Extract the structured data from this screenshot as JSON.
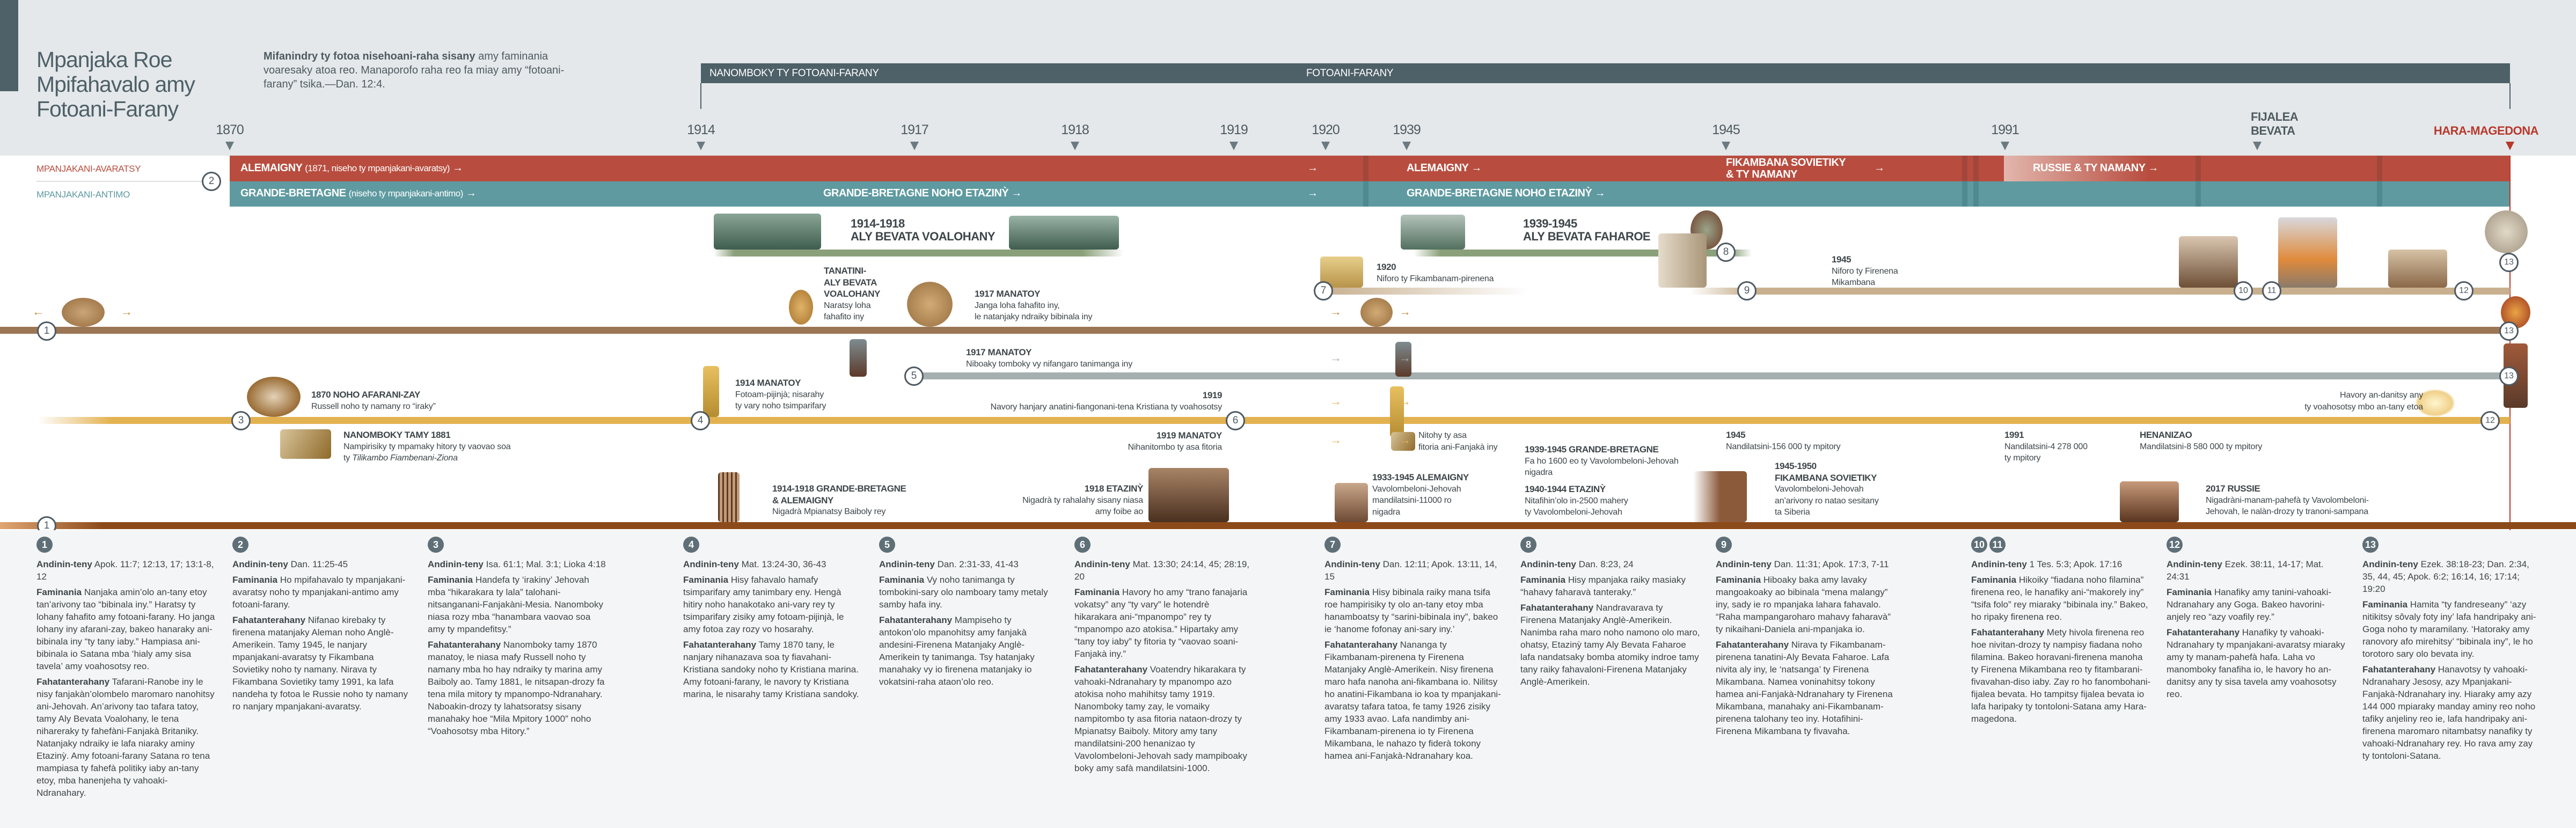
{
  "header": {
    "title": "Mpanjaka Roe Mpifahavalo amy Fotoani-Farany",
    "subtitle_bold": "Mifanindry ty fotoa nisehoani-raha sisany",
    "subtitle_text": " amy faminania voaresaky atoa reo. Manaporofo raha reo fa miay amy “fotoani-farany” tsika.—Dan. 12:4."
  },
  "band": {
    "start": "NANOMBOKY TY FOTOANI-FARANY",
    "main": "FOTOANI-FARANY"
  },
  "years": [
    "1870",
    "1914",
    "1917",
    "1918",
    "1919",
    "1920",
    "1939",
    "1945",
    "1991"
  ],
  "future": {
    "tribulation": "FIJALEA\nBEVATA",
    "armageddon": "HARA-MAGEDONA"
  },
  "kings": {
    "north_label": "MPANJAKANI-AVARATSY",
    "south_label": "MPANJAKANI-ANTIMO",
    "north_1": "ALEMAIGNY",
    "north_1_note": "(1871, niseho ty mpanjakani-avaratsy)",
    "south_1": "GRANDE-BRETAGNE",
    "south_1_note": "(niseho ty mpanjakani-antimo)",
    "south_2": "GRANDE-BRETAGNE NOHO ETAZINỲ",
    "north_2": "ALEMAIGNY",
    "south_3": "GRANDE-BRETAGNE NOHO ETAZINỲ",
    "north_3": "FIKAMBANA SOVIETIKY\n& TY NAMANY",
    "north_4": "RUSSIE & TY NAMANY"
  },
  "events": {
    "ww1": "1914-1918\nALY BEVATA VOALOHANY",
    "ww2": "1939-1945\nALY BEVATA FAHAROE",
    "ww1_head_title": "TANATINI-\nALY BEVATA\nVOALOHANY",
    "ww1_head_text": "Naratsy loha\nfahafito iny",
    "beast_1917_title": "1917 MANATOY",
    "beast_1917_text": "Janga loha fahafito iny,\nle natanjaky ndraiky bibinala iny",
    "league_title": "1920",
    "league_text": "Niforo ty Fikambanam-pirenena",
    "un_title": "1945",
    "un_text": "Niforo ty Firenena\nMikambana",
    "feet_title": "1917 MANATOY",
    "feet_text": "Niboaky tomboky vy nifangaro tanimanga iny",
    "russell_title": "1870 NOHO AFARANI-ZAY",
    "russell_text": "Russell noho ty namany ro “iraky”",
    "zion_title": "NANOMBOKY TAMY 1881",
    "zion_text": "Nampirisiky ty mpamaky hitory ty vaovao soa\nty ",
    "zion_italic": "Tilikambo Fiambenani-Ziona",
    "harvest_title": "1914 MANATOY",
    "harvest_text": "Fotoam-pijinjà; nisarahy\nty vary noho tsimparifary",
    "gather_title": "1919",
    "gather_text": "Navory hanjary anatini-fiangonani-tena Kristiana ty voahosotsy",
    "preach_1919_title": "1919 MANATOY",
    "preach_1919_text": "Nihanitombo ty asa fitoria",
    "continue_text": "Nitohy ty asa\nfitoria ani-Fanjakà iny",
    "pub_1945_title": "1945",
    "pub_1945_text": "Nandilatsini-156 000 ty mpitory",
    "pub_1991_title": "1991",
    "pub_1991_text": "Nandilatsini-4 278 000\nty mpitory",
    "pub_now_title": "HENANIZAO",
    "pub_now_text": "Mandilatsini-8 580 000 ty mpitory",
    "heaven_text": "Havory an-danitsy any\nty voahosotsy mbo an-tany etoa",
    "gb_de_title": "1914-1918 GRANDE-BRETAGNE\n& ALEMAIGNY",
    "gb_de_text": "Nigadrà Mpianatsy Baiboly rey",
    "us_1918_title": "1918 ETAZINỲ",
    "us_1918_text": "Nigadrà ty rahalahy sisany niasa\namy foibe ao",
    "de_title": "1933-1945 ALEMAIGNY",
    "de_text": "Vavolombeloni-Jehovah\nmandilatsini-11000 ro\nnigadra",
    "gb_ww2_title": "1939-1945 GRANDE-BRETAGNE",
    "gb_ww2_text": "Fa ho 1600 eo ty Vavolombeloni-Jehovah\nnigadra",
    "us_ww2_title": "1940-1944 ETAZINỲ",
    "us_ww2_text": "Nitafihin’olo in-2500 mahery\nty Vavolombeloni-Jehovah",
    "ussr_title": "1945-1950\nFIKAMBANA SOVIETIKY",
    "ussr_text": "Vavolombeloni-Jehovah\nan’arivony ro natao sesitany\nta Siberia",
    "russia_title": "2017 RUSSIE",
    "russia_text": "Nigadràni-manam-pahefà ty Vavolombeloni-\nJehovah, le nalàn-drozy ty tranoni-sampana"
  },
  "labels": {
    "refs": "Andinin-teny",
    "prophecy": "Faminania",
    "fulfillment": "Fahatanterahany"
  },
  "columns": [
    {
      "num": "1",
      "refs": "Apok. 11:7; 12:13, 17; 13:1-8, 12",
      "prophecy": "Nanjaka amin’olo an-tany etoy tan’arivony tao “bibinala iny.” Haratsy ty lohany fahafito amy fotoani-farany. Ho janga lohany iny afarani-zay, bakeo hanaraky ani-bibinala iny “ty tany iaby.” Hampiasa ani-bibinala io Satana mba ‘hialy amy sisa tavela’ amy voahosotsy reo.",
      "fulfillment": "Tafarani-Ranobe iny le nisy fanjakàn’olombelo maromaro nanohitsy ani-Jehovah. An’arivony tao tafara tatoy, tamy Aly Bevata Voalohany, le tena nihareraky ty fahefàni-Fanjakà Britaniky. Natanjaky ndraiky ie lafa niaraky aminy Etazinỳ. Amy fotoani-farany Satana ro tena mampiasa ty fahefà politiky iaby an-tany etoy, mba hanenjeha ty vahoaki-Ndranahary."
    },
    {
      "num": "2",
      "refs": "Dan. 11:25-45",
      "prophecy": "Ho mpifahavalo ty mpanjakani-avaratsy noho ty mpanjakani-antimo amy fotoani-farany.",
      "fulfillment": "Nifanao kirebaky ty firenena matanjaky Aleman noho Anglè-Amerikein. Tamy 1945, le nanjary mpanjakani-avaratsy ty Fikambana Sovietiky noho ty namany. Nirava ty Fikambana Sovietiky tamy 1991, ka lafa nandeha ty fotoa le Russie noho ty namany ro nanjary mpanjakani-avaratsy."
    },
    {
      "num": "3",
      "refs": "Isa. 61:1; Mal. 3:1; Lioka 4:18",
      "prophecy": "Handefa ty ‘irakiny’ Jehovah mba “hikarakara ty lala” talohani-nitsanganani-Fanjakàni-Mesia. Nanomboky niasa rozy mba “hanambara vaovao soa amy ty mpandefitsy.”",
      "fulfillment": "Nanomboky tamy 1870 manatoy, le niasa mafy Russell noho ty namany mba ho hay ndraiky ty marina amy Baiboly ao. Tamy 1881, le nitsapan-drozy fa tena mila mitory ty mpanompo-Ndranahary. Naboakin-drozy ty lahatsoratsy sisany manahaky hoe “Mila Mpitory 1000” noho “Voahosotsy mba Hitory.”"
    },
    {
      "num": "4",
      "refs": "Mat. 13:24-30, 36-43",
      "prophecy": "Hisy fahavalo hamafy tsimparifary amy tanimbary eny. Hengà hitiry noho hanakotako ani-vary rey ty tsimparifary zisiky amy fotoam-pijinjà, le amy fotoa zay rozy vo hosarahy.",
      "fulfillment": "Tamy 1870 tany, le nanjary nihanazava soa ty fiavahani-Kristiana sandoky noho ty Kristiana marina. Amy fotoani-farany, le navory ty Kristiana marina, le nisarahy tamy Kristiana sandoky."
    },
    {
      "num": "5",
      "refs": "Dan. 2:31-33, 41-43",
      "prophecy": "Vy noho tanimanga ty tombokini-sary olo namboary tamy metaly samby hafa iny.",
      "fulfillment": "Mampiseho ty antokon’olo mpanohitsy amy fanjakà andesini-Firenena Matanjaky Anglè-Amerikein ty tanimanga. Tsy hatanjaky manahaky vy io firenena matanjaky io vokatsini-raha ataon’olo reo."
    },
    {
      "num": "6",
      "refs": "Mat. 13:30; 24:14, 45; 28:19, 20",
      "prophecy": "Havory ho amy “trano fanajaria vokatsy” any “ty vary” le hotendrè hikarakara ani-“mpanompo” rey ty “mpanompo azo atokisa.” Hipartaky amy “tany toy iaby” ty fitoria ty “vaovao soani-Fanjakà iny.”",
      "fulfillment": "Voatendry hikarakara ty vahoaki-Ndranahary ty mpanompo azo atokisa noho mahihitsy tamy 1919. Nanomboky tamy zay, le vomaiky nampitombo ty asa fitoria nataon-drozy ty Mpianatsy Baiboly. Mitory amy tany mandilatsini-200 henanizao ty Vavolombeloni-Jehovah sady mampiboaky boky amy safà mandilatsini-1000."
    },
    {
      "num": "7",
      "refs": "Dan. 12:11; Apok. 13:11, 14, 15",
      "prophecy": "Hisy bibinala raiky mana tsifa roe hampirisiky ty olo an-tany etoy mba hanamboatsy ty “sarini-bibinala iny”, bakeo ie ‘hanome fofonay ani-sary iny.’",
      "fulfillment": "Nananga ty Fikambanam-pirenena ty Firenena Matanjaky Anglè-Amerikein. Nisy firenena maro hafa nanoha ani-fikambana io. Nilitsy ho anatini-Fikambana io koa ty mpanjakani-avaratsy tafara tatoa, fe tamy 1926 zisiky amy 1933 avao. Lafa nandimby ani-Fikambanam-pirenena io ty Firenena Mikambana, le nahazo ty fiderà tokony hamea ani-Fanjakà-Ndranahary koa."
    },
    {
      "num": "8",
      "refs": "Dan. 8:23, 24",
      "prophecy": "Hisy mpanjaka raiky masiaky “hahavy faharavà tanteraky.”",
      "fulfillment": "Nandravarava ty Firenena Matanjaky Anglè-Amerikein. Nanimba raha maro noho namono olo maro, ohatsy, Etazinỳ tamy Aly Bevata Faharoe lafa nandatsaky bomba atomiky indroe tamy tany raiky fahavaloni-Firenena Matanjaky Anglè-Amerikein."
    },
    {
      "num": "9",
      "refs": "Dan. 11:31; Apok. 17:3, 7-11",
      "prophecy": "Hiboaky baka amy lavaky mangoakoaky ao bibinala “mena malangy” iny, sady ie ro mpanjaka lahara fahavalo. “Raha mampangaroharo mahavy faharavà” ty nikaihani-Daniela ani-mpanjaka io.",
      "fulfillment": "Nirava ty Fikambanam-pirenena tanatini-Aly Bevata Faharoe. Lafa nivita aly iny, le ‘natsanga’ ty Firenena Mikambana. Namea voninahitsy tokony hamea ani-Fanjakà-Ndranahary ty Firenena Mikambana, manahaky ani-Fikambanam-pirenena talohany teo iny. Hotafihini-Firenena Mikambana ty fivavaha."
    },
    {
      "num": "10",
      "num2": "11",
      "refs": "1 Tes. 5:3; Apok. 17:16",
      "prophecy": "Hikoiky “fiadana noho filamina” firenena reo, le hanafiky ani-“makorely iny” “tsifa folo” rey miaraky “bibinala iny.” Bakeo, ho ripaky firenena reo.",
      "fulfillment": "Mety hivola firenena reo hoe nivitan-drozy ty nampisy fiadana noho filamina. Bakeo horavani-firenena manoha ty Firenena Mikambana reo ty fitambarani-fivavahan-diso iaby. Zay ro ho fanombohani-fijalea bevata. Ho tampitsy fijalea bevata io lafa haripaky ty tontoloni-Satana amy Hara-magedona."
    },
    {
      "num": "12",
      "refs": "Ezek. 38:11, 14-17; Mat. 24:31",
      "prophecy": "Hanafiky amy tanini-vahoaki-Ndranahary any Goga. Bakeo havorini-anjely reo “azy voafily rey.”",
      "fulfillment": "Hanafiky ty vahoaki-Ndranahary ty mpanjakani-avaratsy miaraky amy ty manam-pahefà hafa. Laha vo manomboky fanafiha io, le havory ho an-danitsy any ty sisa tavela amy voahosotsy reo."
    },
    {
      "num": "13",
      "refs": "Ezek. 38:18-23; Dan. 2:34, 35, 44, 45; Apok. 6:2; 16:14, 16; 17:14; 19:20",
      "prophecy": "Hamita “ty fandreseany” ‘azy nitikitsy sôvaly foty iny’ lafa handripaky ani-Goga noho ty maramilany. ‘Hatoraky amy ranovory afo mirehitsy’ “bibinala iny”, le ho torotoro sary olo bevata iny.",
      "fulfillment": "Hanavotsy ty vahoaki-Ndranahary Jesosy, azy Mpanjakani-Fanjakà-Ndranahary iny. Hiaraky amy azy 144 000 mpiaraky manday aminy reo noho tafiky anjeliny reo ie, lafa handripaky ani-firenena maromaro nitambatsy nanafiky ty vahoaki-Ndranahary rey. Ho rava amy zay ty tontoloni-Satana."
    }
  ],
  "colors": {
    "north": "#b84d3f",
    "south": "#5e9aa0",
    "band": "#4e6068",
    "armageddon": "#b8382c"
  }
}
